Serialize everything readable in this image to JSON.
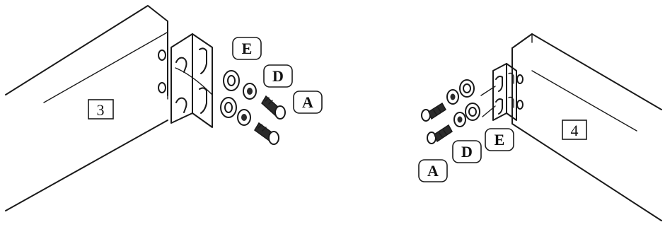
{
  "left_assembly": {
    "panel_number": "3",
    "labels": {
      "e": "E",
      "d": "D",
      "a": "A"
    }
  },
  "right_assembly": {
    "panel_number": "4",
    "labels": {
      "a": "A",
      "d": "D",
      "e": "E"
    }
  },
  "colors": {
    "ink": "#1a1a1a",
    "paper": "#ffffff",
    "bolt_fill": "#2b2b2b"
  }
}
